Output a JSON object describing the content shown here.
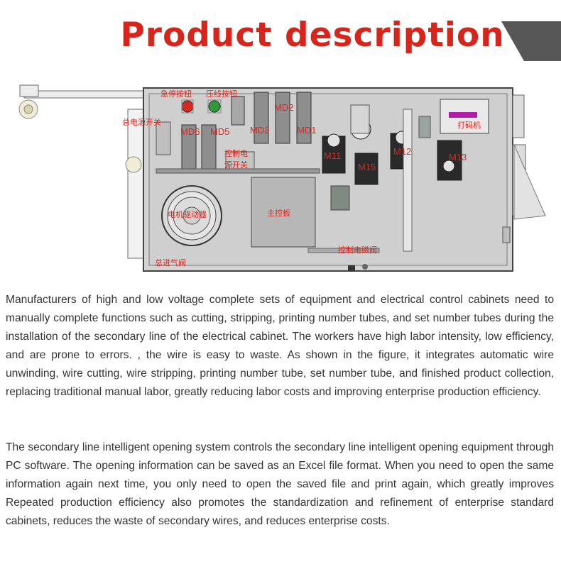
{
  "header": {
    "title": "Product description",
    "title_color": "#d8251c",
    "accent_color": "#575757"
  },
  "figure": {
    "labels": {
      "emergency_stop": "急停按钮",
      "crimp_button": "压线按钮",
      "main_power": "总电源开关",
      "md1": "MD1",
      "md2": "MD2",
      "md3": "MD3",
      "md5": "MD5",
      "md6": "MD6",
      "control_power_1": "控制电",
      "control_power_2": "源开关",
      "m11": "M11",
      "m12": "M12",
      "m13": "M13",
      "m15": "M15",
      "printer": "打码机",
      "motor_driver": "电机驱动器",
      "main_board": "主控板",
      "control_solenoid": "控制电磁阀",
      "main_air_valve": "总进气阀"
    }
  },
  "paragraphs": [
    "Manufacturers of high and low voltage complete sets of equipment and electrical control cabinets need to manually complete functions such as cutting, stripping, printing number tubes, and set number tubes during the installation of the secondary line of the electrical cabinet. The workers have high labor intensity, low efficiency, and are prone to errors. , the wire is easy to waste. As shown in the figure, it integrates automatic wire unwinding, wire cutting, wire stripping, printing number tube, set number tube, and finished product collection, replacing traditional manual labor, greatly reducing labor costs and improving enterprise production efficiency.",
    "The secondary line intelligent opening system controls the secondary line intelligent opening equipment through PC software. The opening information can be saved as an Excel file format. When you need to open the same information again next time, you only need to open the saved file and print again, which greatly improves Repeated production efficiency also promotes the standardization and refinement of enterprise standard cabinets, reduces the waste of secondary wires, and reduces enterprise costs."
  ]
}
